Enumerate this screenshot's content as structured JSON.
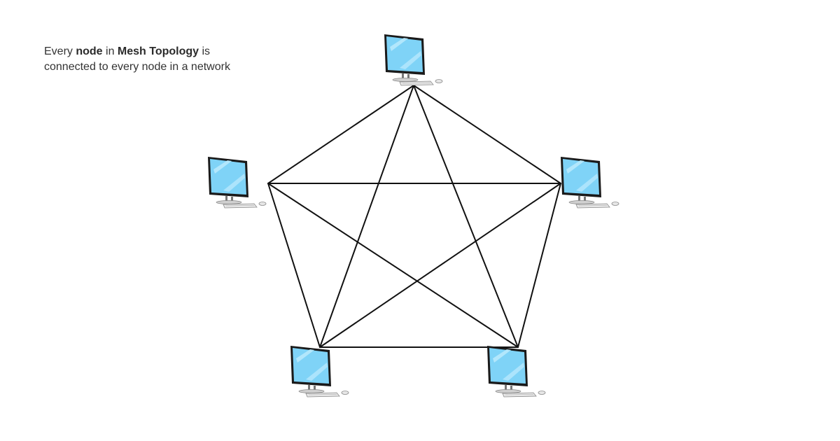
{
  "caption": {
    "part1": "Every ",
    "bold1": "node",
    "part2": " in ",
    "bold2": "Mesh Topology",
    "part3": " is",
    "line2": "connected to every node in a network"
  },
  "topology": {
    "type": "mesh",
    "nodes": [
      "computer-top",
      "computer-left",
      "computer-right",
      "computer-bottom-left",
      "computer-bottom-right"
    ],
    "links": [
      [
        "computer-top",
        "computer-left"
      ],
      [
        "computer-top",
        "computer-right"
      ],
      [
        "computer-top",
        "computer-bottom-left"
      ],
      [
        "computer-top",
        "computer-bottom-right"
      ],
      [
        "computer-left",
        "computer-right"
      ],
      [
        "computer-left",
        "computer-bottom-left"
      ],
      [
        "computer-left",
        "computer-bottom-right"
      ],
      [
        "computer-right",
        "computer-bottom-left"
      ],
      [
        "computer-right",
        "computer-bottom-right"
      ],
      [
        "computer-bottom-left",
        "computer-bottom-right"
      ]
    ]
  },
  "colors": {
    "screen": "#7fd3f7",
    "screen_highlight": "#b8e9fc",
    "bezel": "#1a1a1a",
    "line": "#111111",
    "text": "#333333"
  }
}
